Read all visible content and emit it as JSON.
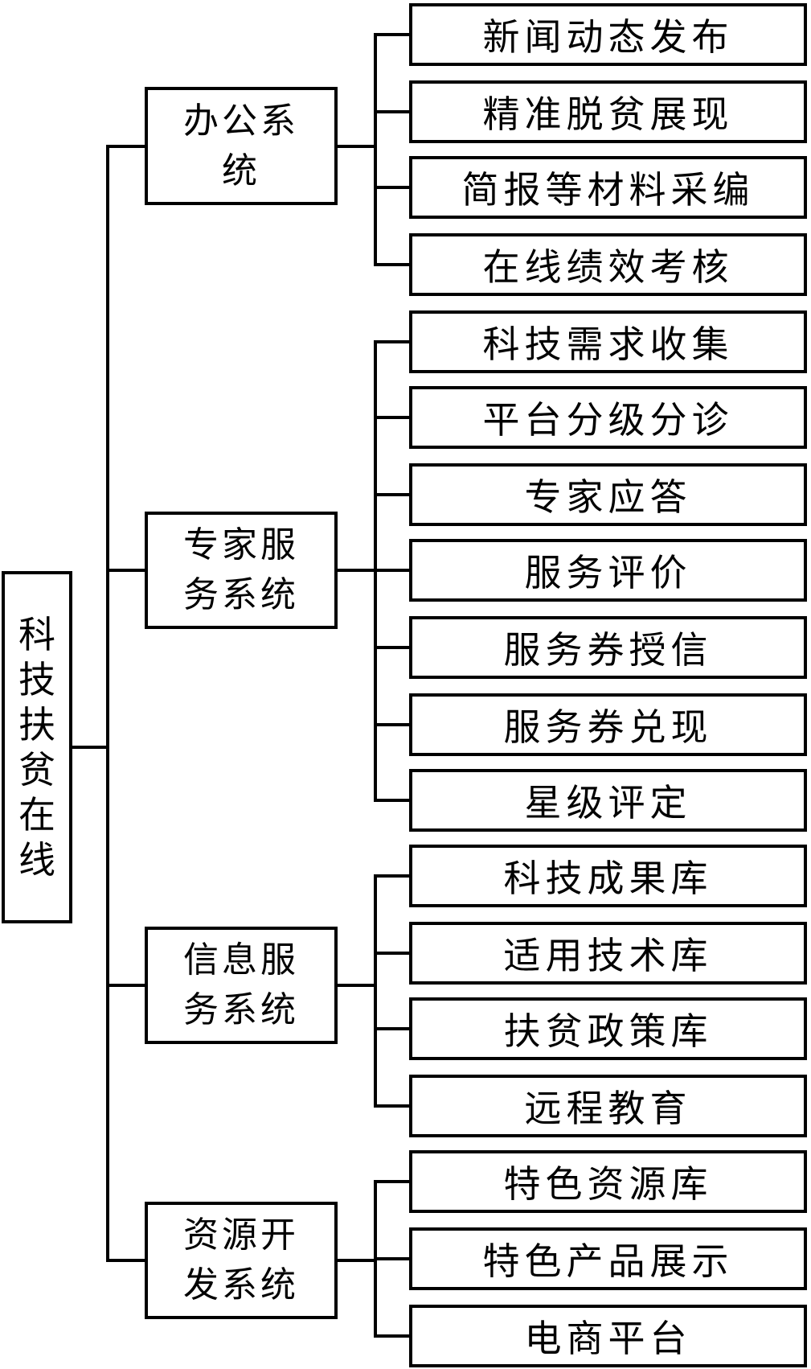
{
  "root": "科技扶贫在线",
  "branches": [
    {
      "label": "办公系统",
      "items": [
        "新闻动态发布",
        "精准脱贫展现",
        "简报等材料采编",
        "在线绩效考核"
      ]
    },
    {
      "label": "专家服务系统",
      "items": [
        "科技需求收集",
        "平台分级分诊",
        "专家应答",
        "服务评价",
        "服务券授信",
        "服务券兑现",
        "星级评定"
      ]
    },
    {
      "label": "信息服务系统",
      "items": [
        "科技成果库",
        "适用技术库",
        "扶贫政策库",
        "远程教育"
      ]
    },
    {
      "label": "资源开发系统",
      "items": [
        "特色资源库",
        "特色产品展示",
        "电商平台"
      ]
    }
  ]
}
